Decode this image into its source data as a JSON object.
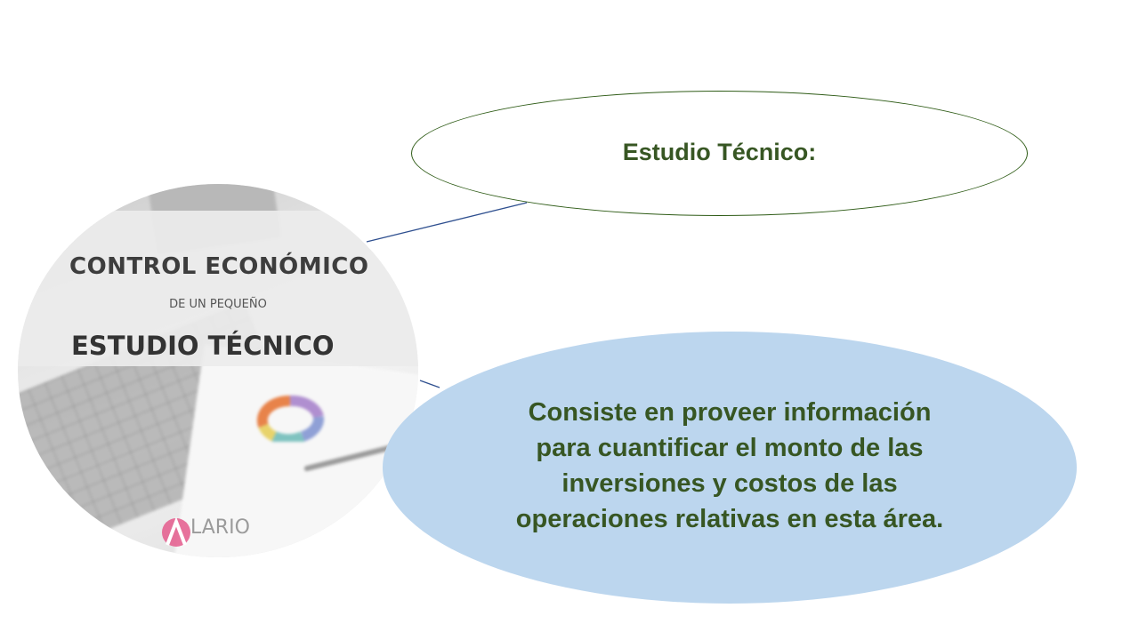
{
  "image": {
    "title_line_1": "CONTROL ECONÓMICO",
    "title_line_2": "DE UN PEQUEÑO",
    "title_line_3": "ESTUDIO TÉCNICO",
    "logo_text": "LARIO"
  },
  "nodes": {
    "heading": "Estudio Técnico:",
    "description_lines": [
      "Consiste en proveer información",
      "para cuantificar el monto de las",
      "inversiones y costos de las",
      "operaciones relativas en esta área."
    ]
  },
  "colors": {
    "heading_text": "#375623",
    "description_fill": "#bcd6ee",
    "heading_border": "#2f5c17",
    "connector": "#2e4f8f"
  }
}
